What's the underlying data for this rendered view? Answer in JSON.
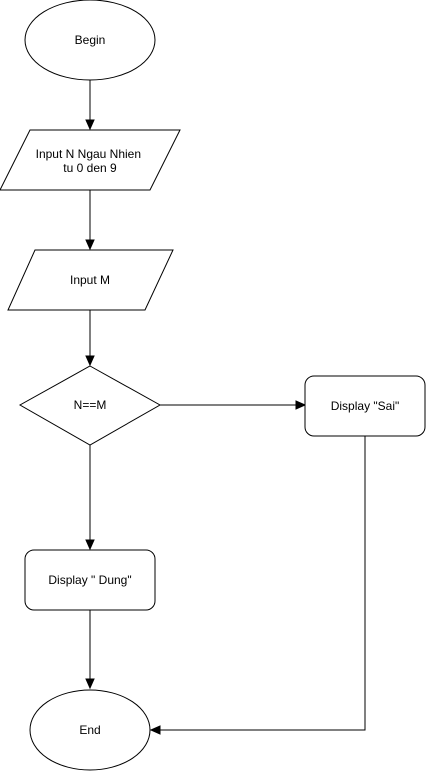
{
  "flowchart": {
    "nodes": {
      "begin": {
        "lines": [
          "Begin"
        ]
      },
      "input_n": {
        "lines": [
          "Input N Ngau Nhien",
          "tu 0 den 9"
        ]
      },
      "input_m": {
        "lines": [
          "Input M"
        ]
      },
      "decision": {
        "lines": [
          "N==M"
        ]
      },
      "display_sai": {
        "lines": [
          "Display \"Sai\""
        ]
      },
      "display_dung": {
        "lines": [
          "Display \" Dung\""
        ]
      },
      "end": {
        "lines": [
          "End"
        ]
      }
    }
  },
  "colors": {
    "stroke": "#000000",
    "fill": "#ffffff",
    "text": "#000000"
  }
}
